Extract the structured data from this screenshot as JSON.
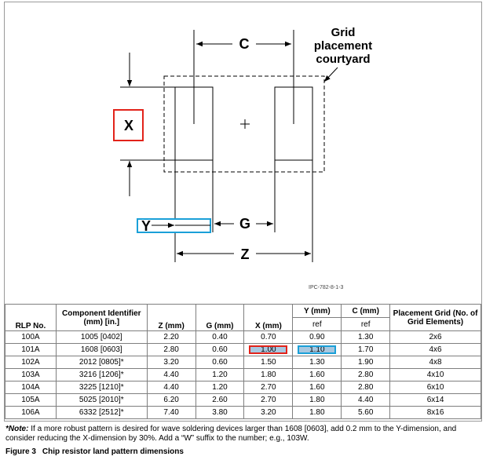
{
  "diagram": {
    "labels": {
      "c": "C",
      "x": "X",
      "y": "Y",
      "g": "G",
      "z": "Z",
      "grid_line1": "Grid",
      "grid_line2": "placement",
      "grid_line3": "courtyard"
    },
    "reference": "IPC-782-8-1-3",
    "colors": {
      "highlight_red": "#e2231a",
      "highlight_blue": "#1aa0d8",
      "connector": "#a8c8e0"
    }
  },
  "table": {
    "headers": {
      "rlp": "RLP No.",
      "component": "Component Identifier (mm) [in.]",
      "z": "Z (mm)",
      "g": "G (mm)",
      "x": "X (mm)",
      "y": "Y (mm)",
      "y_sub": "ref",
      "c": "C (mm)",
      "c_sub": "ref",
      "grid": "Placement Grid (No. of Grid Elements)"
    },
    "rows": [
      {
        "rlp": "100A",
        "component": "1005 [0402]",
        "z": "2.20",
        "g": "0.40",
        "x": "0.70",
        "y": "0.90",
        "c": "1.30",
        "grid": "2x6"
      },
      {
        "rlp": "101A",
        "component": "1608 [0603]",
        "z": "2.80",
        "g": "0.60",
        "x": "1.00",
        "y": "1.10",
        "c": "1.70",
        "grid": "4x6"
      },
      {
        "rlp": "102A",
        "component": "2012 [0805]*",
        "z": "3.20",
        "g": "0.60",
        "x": "1.50",
        "y": "1.30",
        "c": "1.90",
        "grid": "4x8"
      },
      {
        "rlp": "103A",
        "component": "3216 [1206]*",
        "z": "4.40",
        "g": "1.20",
        "x": "1.80",
        "y": "1.60",
        "c": "2.80",
        "grid": "4x10"
      },
      {
        "rlp": "104A",
        "component": "3225 [1210]*",
        "z": "4.40",
        "g": "1.20",
        "x": "2.70",
        "y": "1.60",
        "c": "2.80",
        "grid": "6x10"
      },
      {
        "rlp": "105A",
        "component": "5025 [2010]*",
        "z": "6.20",
        "g": "2.60",
        "x": "2.70",
        "y": "1.80",
        "c": "4.40",
        "grid": "6x14"
      },
      {
        "rlp": "106A",
        "component": "6332 [2512]*",
        "z": "7.40",
        "g": "3.80",
        "x": "3.20",
        "y": "1.80",
        "c": "5.60",
        "grid": "8x16"
      }
    ]
  },
  "note": {
    "label": "*Note:",
    "text": " If a more robust pattern is desired for wave soldering devices larger than 1608 [0603], add 0.2 mm to the Y-dimension, and consider reducing the X-dimension by 30%. Add a “W” suffix to the number; e.g., 103W."
  },
  "caption": {
    "number": "Figure 3",
    "title": "Chip resistor land pattern dimensions"
  }
}
